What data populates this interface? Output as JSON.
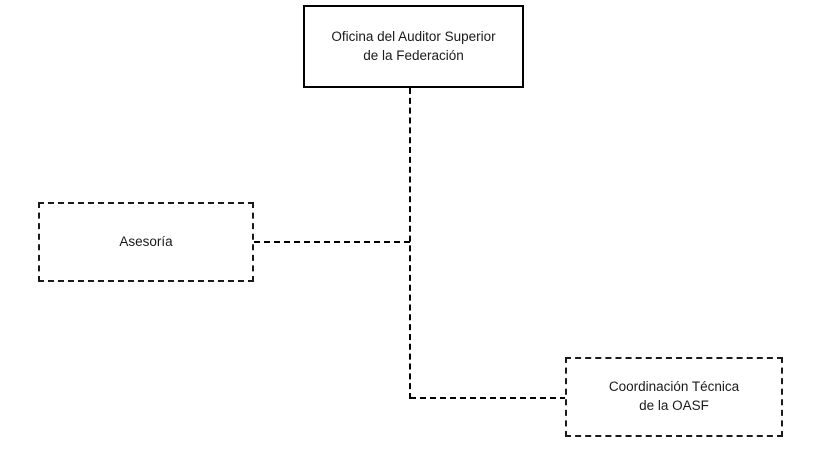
{
  "diagram": {
    "type": "org-chart",
    "background_color": "#ffffff",
    "line_color": "#000000",
    "text_color": "#1a1a1a",
    "nodes": {
      "root": {
        "label": "Oficina del Auditor Superior\nde la Federación",
        "border_style": "solid"
      },
      "asesoria": {
        "label": "Asesoría",
        "border_style": "dashed"
      },
      "coordinacion": {
        "label": "Coordinación Técnica\nde la OASF",
        "border_style": "dashed"
      }
    },
    "edges": [
      {
        "from": "root",
        "to": "asesoria",
        "style": "dashed",
        "shape": "elbow"
      },
      {
        "from": "root",
        "to": "coordinacion",
        "style": "dashed",
        "shape": "elbow"
      }
    ]
  }
}
